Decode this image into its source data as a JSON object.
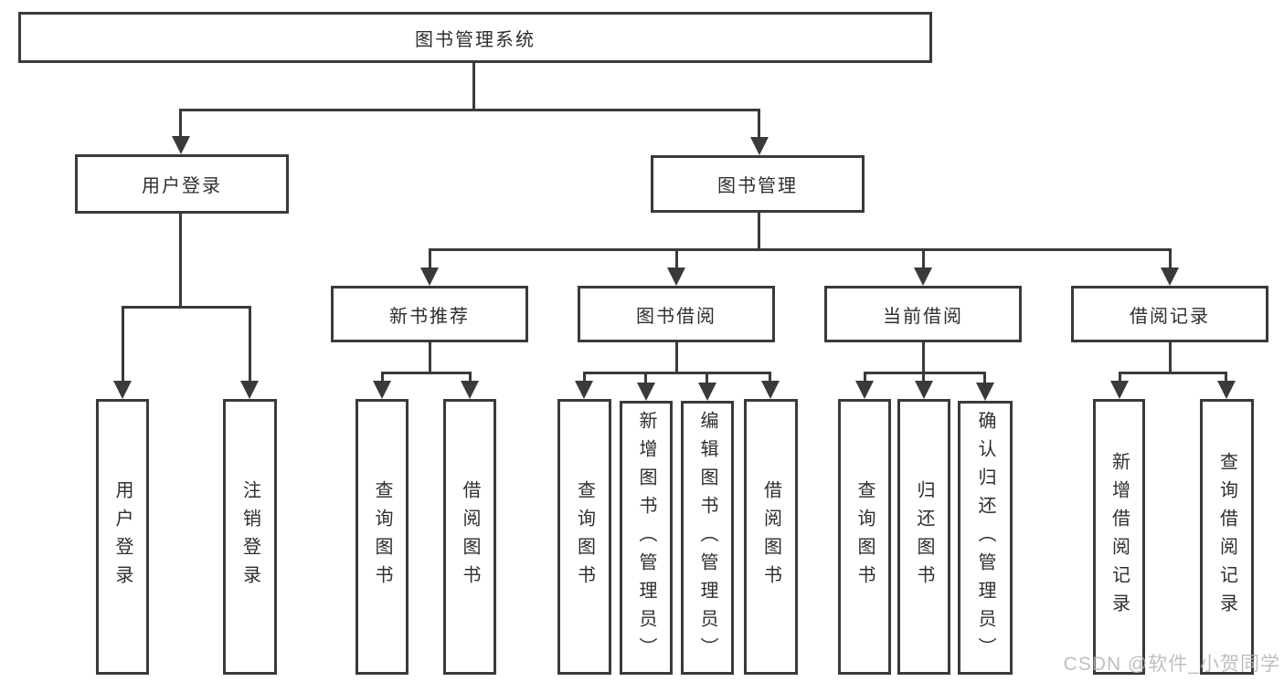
{
  "colors": {
    "line": "#3a3a3a",
    "text": "#2e2e2e",
    "background": "#ffffff",
    "watermark": "#b4b4b4"
  },
  "diagram": {
    "root": {
      "label": "图书管理系统"
    },
    "login_branch": {
      "label": "用户登录",
      "leaves": [
        "用户登录",
        "注销登录"
      ]
    },
    "mgmt_branch": {
      "label": "图书管理",
      "sections": [
        {
          "label": "新书推荐",
          "leaves": [
            "查询图书",
            "借阅图书"
          ]
        },
        {
          "label": "图书借阅",
          "leaves": [
            "查询图书",
            "新增图书（管理员）",
            "编辑图书（管理员）",
            "借阅图书"
          ]
        },
        {
          "label": "当前借阅",
          "leaves": [
            "查询图书",
            "归还图书",
            "确认归还（管理员）"
          ]
        },
        {
          "label": "借阅记录",
          "leaves": [
            "新增借阅记录",
            "查询借阅记录"
          ]
        }
      ]
    }
  },
  "watermark": {
    "text": "CSDN @软件_小贺同学"
  }
}
